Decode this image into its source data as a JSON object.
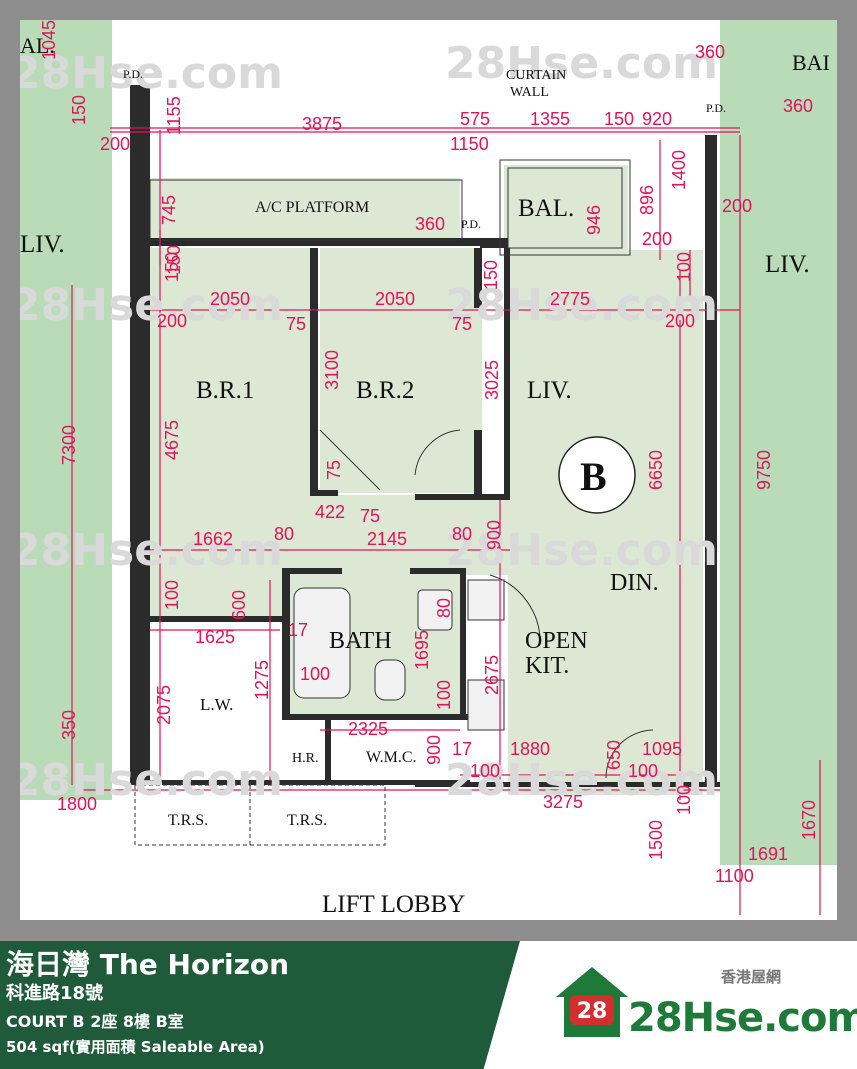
{
  "plan": {
    "rooms": {
      "br1": "B.R.1",
      "br2": "B.R.2",
      "liv_center": "LIV.",
      "liv_left": "LIV.",
      "liv_right": "LIV.",
      "bal_center": "BAL.",
      "bal_left": "AL.",
      "bal_right": "BAI",
      "din": "DIN.",
      "open_kit_1": "OPEN",
      "open_kit_2": "KIT.",
      "bath": "BATH",
      "lw": "L.W.",
      "hr": "H.R.",
      "wmc": "W.M.C.",
      "trs1": "T.R.S.",
      "trs2": "T.R.S.",
      "ac_platform": "A/C PLATFORM",
      "pd1": "P.D.",
      "pd2": "P.D.",
      "pd3": "P.D.",
      "curtain_1": "CURTAIN",
      "curtain_2": "WALL",
      "lift_lobby": "LIFT LOBBY",
      "unit_badge": "B"
    },
    "dims": {
      "d3875": "3875",
      "d575": "575",
      "d1355": "1355",
      "d150a": "150",
      "d920": "920",
      "d1150": "1150",
      "d360a": "360",
      "d360b": "360",
      "d360c": "360",
      "d200a": "200",
      "d200b": "200",
      "d200c": "200",
      "d200d": "200",
      "d200e": "200",
      "d1155": "1155",
      "d1045": "1045",
      "d150b": "150",
      "d745": "745",
      "d150c": "150",
      "d946": "946",
      "d896": "896",
      "d1400": "1400",
      "d2050a": "2050",
      "d2050b": "2050",
      "d2775": "2775",
      "d75a": "75",
      "d75b": "75",
      "d75c": "75",
      "d75d": "75",
      "d3100": "3100",
      "d3025": "3025",
      "d4675": "4675",
      "d7300": "7300",
      "d6650": "6650",
      "d9750": "9750",
      "d100a": "100",
      "d100b": "100",
      "d100c": "100",
      "d100d": "100",
      "d100e": "100",
      "d100f": "100",
      "d100g": "100",
      "d1662": "1662",
      "d80a": "80",
      "d422": "422",
      "d2145": "2145",
      "d80b": "80",
      "d900a": "900",
      "d900b": "900",
      "d600": "600",
      "d1625": "1625",
      "d17a": "17",
      "d17b": "17",
      "d1275": "1275",
      "d1695": "1695",
      "d80c": "80",
      "d2675": "2675",
      "d2075": "2075",
      "d2325": "2325",
      "d1880": "1880",
      "d650": "650",
      "d1095": "1095",
      "d3275": "3275",
      "d1800": "1800",
      "d350": "350",
      "d1500": "1500",
      "d1670": "1670",
      "d1691": "1691",
      "d1100": "1100",
      "d150d": "150",
      "d150e": "150"
    },
    "watermark": "28Hse.com",
    "watermark_badge": "28"
  },
  "footer": {
    "title": "海日灣 The Horizon",
    "address": "科進路18號",
    "court": "COURT B 2座 8樓 B室",
    "area": "504 sqf(實用面積 Saleable Area)",
    "brand_zh": "香港屋網",
    "brand_badge": "28",
    "brand_name": "28Hse.com"
  },
  "colors": {
    "room_fill": "#dde8d4",
    "neighbor_fill": "#b9dbb8",
    "wall": "#2b2b2b",
    "dimension": "#e0145a",
    "footer_green": "#1f5a3a",
    "brand_green": "#1f7a3a",
    "brand_red": "#d32f2f"
  }
}
